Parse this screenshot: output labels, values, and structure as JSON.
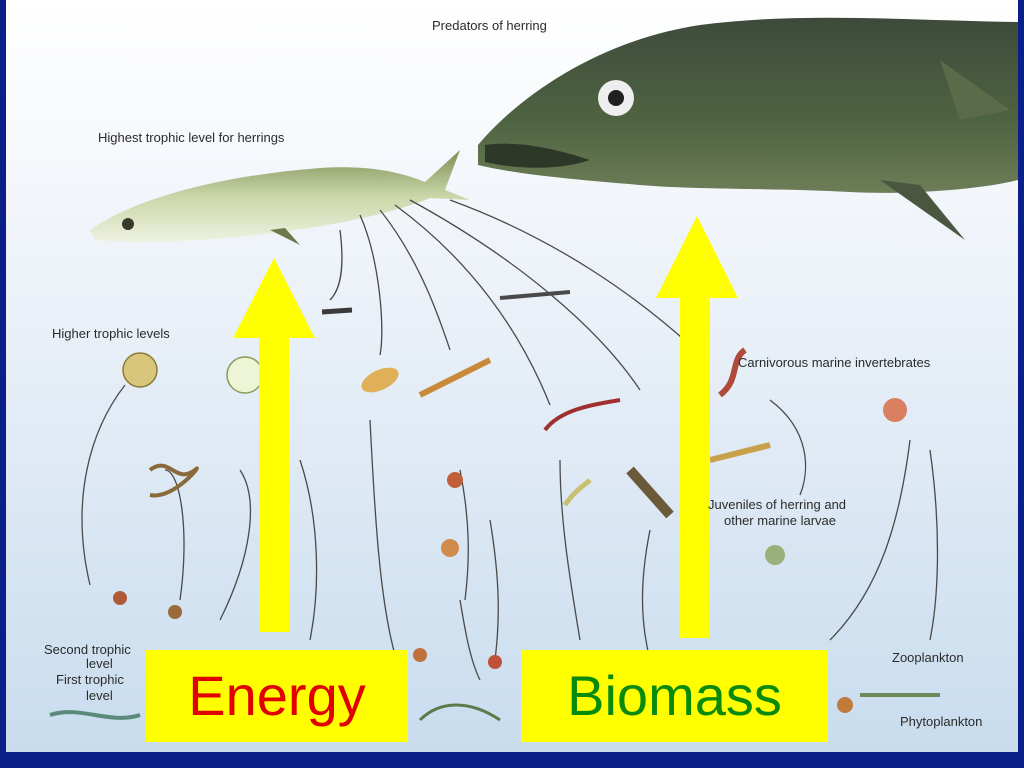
{
  "labels": {
    "predators": "Predators of herring",
    "highest": "Highest trophic level for herrings",
    "higher": "Higher trophic levels",
    "carnivorous": "Carnivorous marine invertebrates",
    "juveniles_line1": "Juveniles of herring and",
    "juveniles_line2": "other marine larvae",
    "second_line1": "Second trophic",
    "second_line2": "level",
    "first_line1": "First trophic",
    "first_line2": "level",
    "zooplankton": "Zooplankton",
    "phytoplankton": "Phytoplankton"
  },
  "boxes": {
    "energy": "Energy",
    "biomass": "Biomass"
  },
  "colors": {
    "frame": "#0a1f8a",
    "box_fill": "#ffff00",
    "arrow_fill": "#ffff00",
    "energy_text": "#e00000",
    "biomass_text": "#0a8a0a",
    "water_top": "#f4f7fb",
    "water_bottom": "#cfe0f0"
  }
}
